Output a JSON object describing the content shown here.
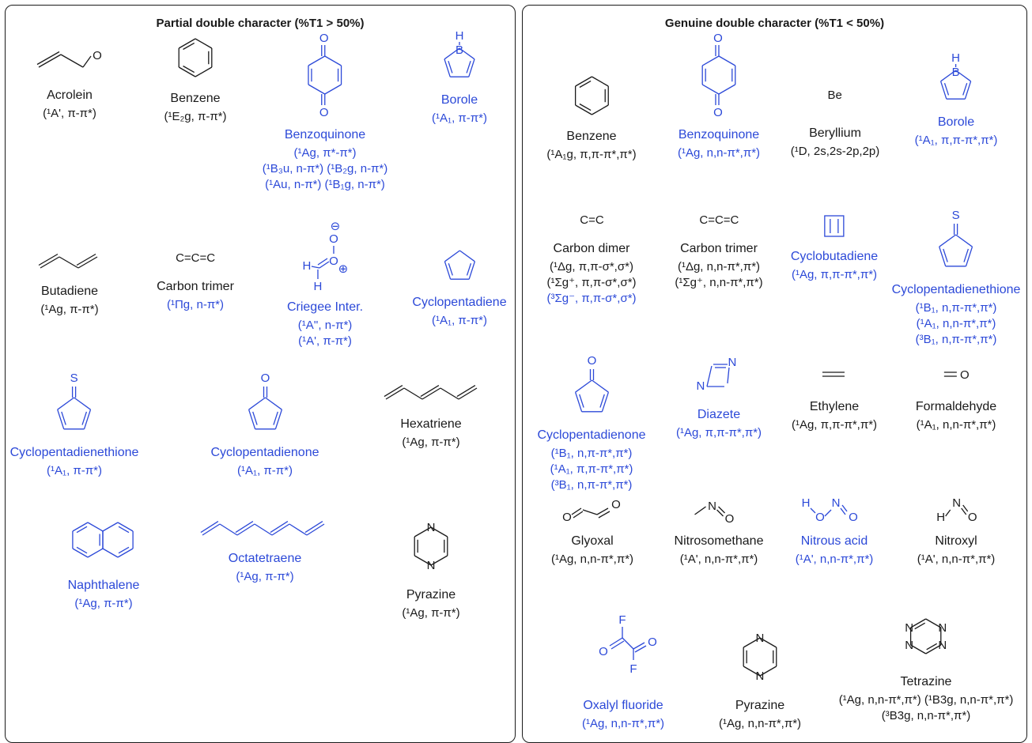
{
  "panels": {
    "partial": {
      "title": "Partial double character (%T1 > 50%)",
      "molecules": [
        {
          "name": "Acrolein",
          "structure": "acrolein",
          "highlight": false,
          "states": [
            "(¹A', π-π*)"
          ]
        },
        {
          "name": "Benzene",
          "structure": "benzene",
          "highlight": false,
          "states": [
            "(¹E₂g, π-π*)"
          ]
        },
        {
          "name": "Benzoquinone",
          "structure": "benzoquinone",
          "highlight": true,
          "states": [
            "(¹Ag, π*-π*)",
            "(¹B₃u, n-π*) (¹B₂g, n-π*)",
            "(¹Au, n-π*) (¹B₁g, n-π*)"
          ]
        },
        {
          "name": "Borole",
          "structure": "borole",
          "highlight": true,
          "states": [
            "(¹A₁, π-π*)"
          ]
        },
        {
          "name": "Butadiene",
          "structure": "butadiene",
          "highlight": false,
          "states": [
            "(¹Ag, π-π*)"
          ]
        },
        {
          "name": "Carbon trimer",
          "structure": "c3",
          "highlight": false,
          "states": [
            "(¹Πg, n-π*)"
          ],
          "states_highlight": true
        },
        {
          "name": "Criegee Inter.",
          "structure": "criegee",
          "highlight": true,
          "states": [
            "(¹A'', n-π*)",
            "(¹A', π-π*)"
          ]
        },
        {
          "name": "Cyclopentadiene",
          "structure": "cyclopentadiene",
          "highlight": true,
          "states": [
            "(¹A₁, π-π*)"
          ]
        },
        {
          "name": "Cyclopentadienethione",
          "structure": "cpthione",
          "highlight": true,
          "states": [
            "(¹A₁, π-π*)"
          ]
        },
        {
          "name": "Cyclopentadienone",
          "structure": "cpone",
          "highlight": true,
          "states": [
            "(¹A₁, π-π*)"
          ]
        },
        {
          "name": "Hexatriene",
          "structure": "hexatriene",
          "highlight": false,
          "states": [
            "(¹Ag, π-π*)"
          ]
        },
        {
          "name": "Naphthalene",
          "structure": "naphthalene",
          "highlight": true,
          "states": [
            "(¹Ag, π-π*)"
          ]
        },
        {
          "name": "Octatetraene",
          "structure": "octatetraene",
          "highlight": true,
          "states": [
            "(¹Ag, π-π*)"
          ]
        },
        {
          "name": "Pyrazine",
          "structure": "pyrazine",
          "highlight": false,
          "states": [
            "(¹Ag, π-π*)"
          ]
        }
      ]
    },
    "genuine": {
      "title": "Genuine double character (%T1 < 50%)",
      "molecules": [
        {
          "name": "Benzene",
          "structure": "benzene",
          "highlight": false,
          "states": [
            "(¹A₁g, π,π-π*,π*)"
          ]
        },
        {
          "name": "Benzoquinone",
          "structure": "benzoquinone",
          "highlight": true,
          "states": [
            "(¹Ag, n,n-π*,π*)"
          ]
        },
        {
          "name": "Beryllium",
          "structure": "beryllium",
          "highlight": false,
          "states": [
            "(¹D, 2s,2s-2p,2p)"
          ]
        },
        {
          "name": "Borole",
          "structure": "borole",
          "highlight": true,
          "states": [
            "(¹A₁, π,π-π*,π*)"
          ]
        },
        {
          "name": "Carbon dimer",
          "structure": "c2",
          "highlight": false,
          "states": [
            "(¹Δg, π,π-σ*,σ*)",
            "(¹Σg⁺, π,π-σ*,σ*)",
            "(³Σg⁻, π,π-σ*,σ*)"
          ],
          "highlight_last_state": true
        },
        {
          "name": "Carbon trimer",
          "structure": "c3",
          "highlight": false,
          "states": [
            "(¹Δg, n,n-π*,π*)",
            "(¹Σg⁺, n,n-π*,π*)"
          ]
        },
        {
          "name": "Cyclobutadiene",
          "structure": "cyclobutadiene",
          "highlight": true,
          "states": [
            "(¹Ag, π,π-π*,π*)"
          ]
        },
        {
          "name": "Cyclopentadienethione",
          "structure": "cpthione",
          "highlight": true,
          "states": [
            "(¹B₁, n,π-π*,π*)",
            "(¹A₁, n,n-π*,π*)",
            "(³B₁, n,π-π*,π*)"
          ]
        },
        {
          "name": "Cyclopentadienone",
          "structure": "cpone",
          "highlight": true,
          "states": [
            "(¹B₁, n,π-π*,π*)",
            "(¹A₁, π,π-π*,π*)",
            "(³B₁, n,π-π*,π*)"
          ]
        },
        {
          "name": "Diazete",
          "structure": "diazete",
          "highlight": true,
          "states": [
            "(¹Ag, π,π-π*,π*)"
          ]
        },
        {
          "name": "Ethylene",
          "structure": "ethylene",
          "highlight": false,
          "states": [
            "(¹Ag, π,π-π*,π*)"
          ]
        },
        {
          "name": "Formaldehyde",
          "structure": "formaldehyde",
          "highlight": false,
          "states": [
            "(¹A₁, n,n-π*,π*)"
          ]
        },
        {
          "name": "Glyoxal",
          "structure": "glyoxal",
          "highlight": false,
          "states": [
            "(¹Ag, n,n-π*,π*)"
          ]
        },
        {
          "name": "Nitrosomethane",
          "structure": "nitrosomethane",
          "highlight": false,
          "states": [
            "(¹A', n,n-π*,π*)"
          ]
        },
        {
          "name": "Nitrous acid",
          "structure": "nitrousacid",
          "highlight": true,
          "states": [
            "(¹A', n,n-π*,π*)"
          ]
        },
        {
          "name": "Nitroxyl",
          "structure": "nitroxyl",
          "highlight": false,
          "states": [
            "(¹A', n,n-π*,π*)"
          ]
        },
        {
          "name": "Oxalyl fluoride",
          "structure": "oxalylfluoride",
          "highlight": true,
          "states": [
            "(¹Ag, n,n-π*,π*)"
          ]
        },
        {
          "name": "Pyrazine",
          "structure": "pyrazine",
          "highlight": false,
          "states": [
            "(¹Ag, n,n-π*,π*)"
          ]
        },
        {
          "name": "Tetrazine",
          "structure": "tetrazine",
          "highlight": false,
          "states": [
            "(¹Ag, n,n-π*,π*) (¹B3g, n,n-π*,π*)",
            "(³B3g, n,n-π*,π*)"
          ]
        }
      ]
    }
  },
  "colors": {
    "highlight": "#2c49d8",
    "default": "#1a1a1a"
  }
}
